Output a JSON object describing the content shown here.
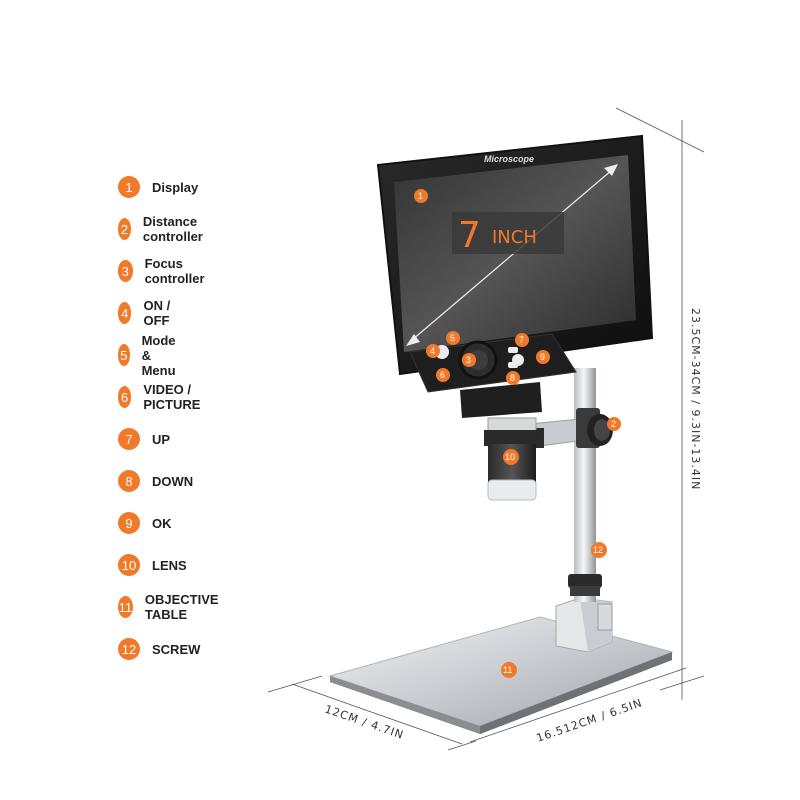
{
  "legend": [
    {
      "n": "1",
      "label": "Display"
    },
    {
      "n": "2",
      "label": "Distance controller"
    },
    {
      "n": "3",
      "label": "Focus controller"
    },
    {
      "n": "4",
      "label": "ON / OFF"
    },
    {
      "n": "5",
      "label": "Mode & Menu"
    },
    {
      "n": "6",
      "label": "VIDEO / PICTURE"
    },
    {
      "n": "7",
      "label": "UP"
    },
    {
      "n": "8",
      "label": "DOWN"
    },
    {
      "n": "9",
      "label": "OK"
    },
    {
      "n": "10",
      "label": "LENS"
    },
    {
      "n": "11",
      "label": "OBJECTIVE TABLE"
    },
    {
      "n": "12",
      "label": "SCREW"
    }
  ],
  "screen": {
    "brand": "Microscope",
    "size_num": "7",
    "size_unit": "INCH"
  },
  "dimensions": {
    "height": "23.5CM-34CM / 9.3IN-13.4IN",
    "depth": "12CM / 4.7IN",
    "width": "16.512CM / 6.5IN"
  },
  "colors": {
    "accent": "#f07a2a"
  }
}
